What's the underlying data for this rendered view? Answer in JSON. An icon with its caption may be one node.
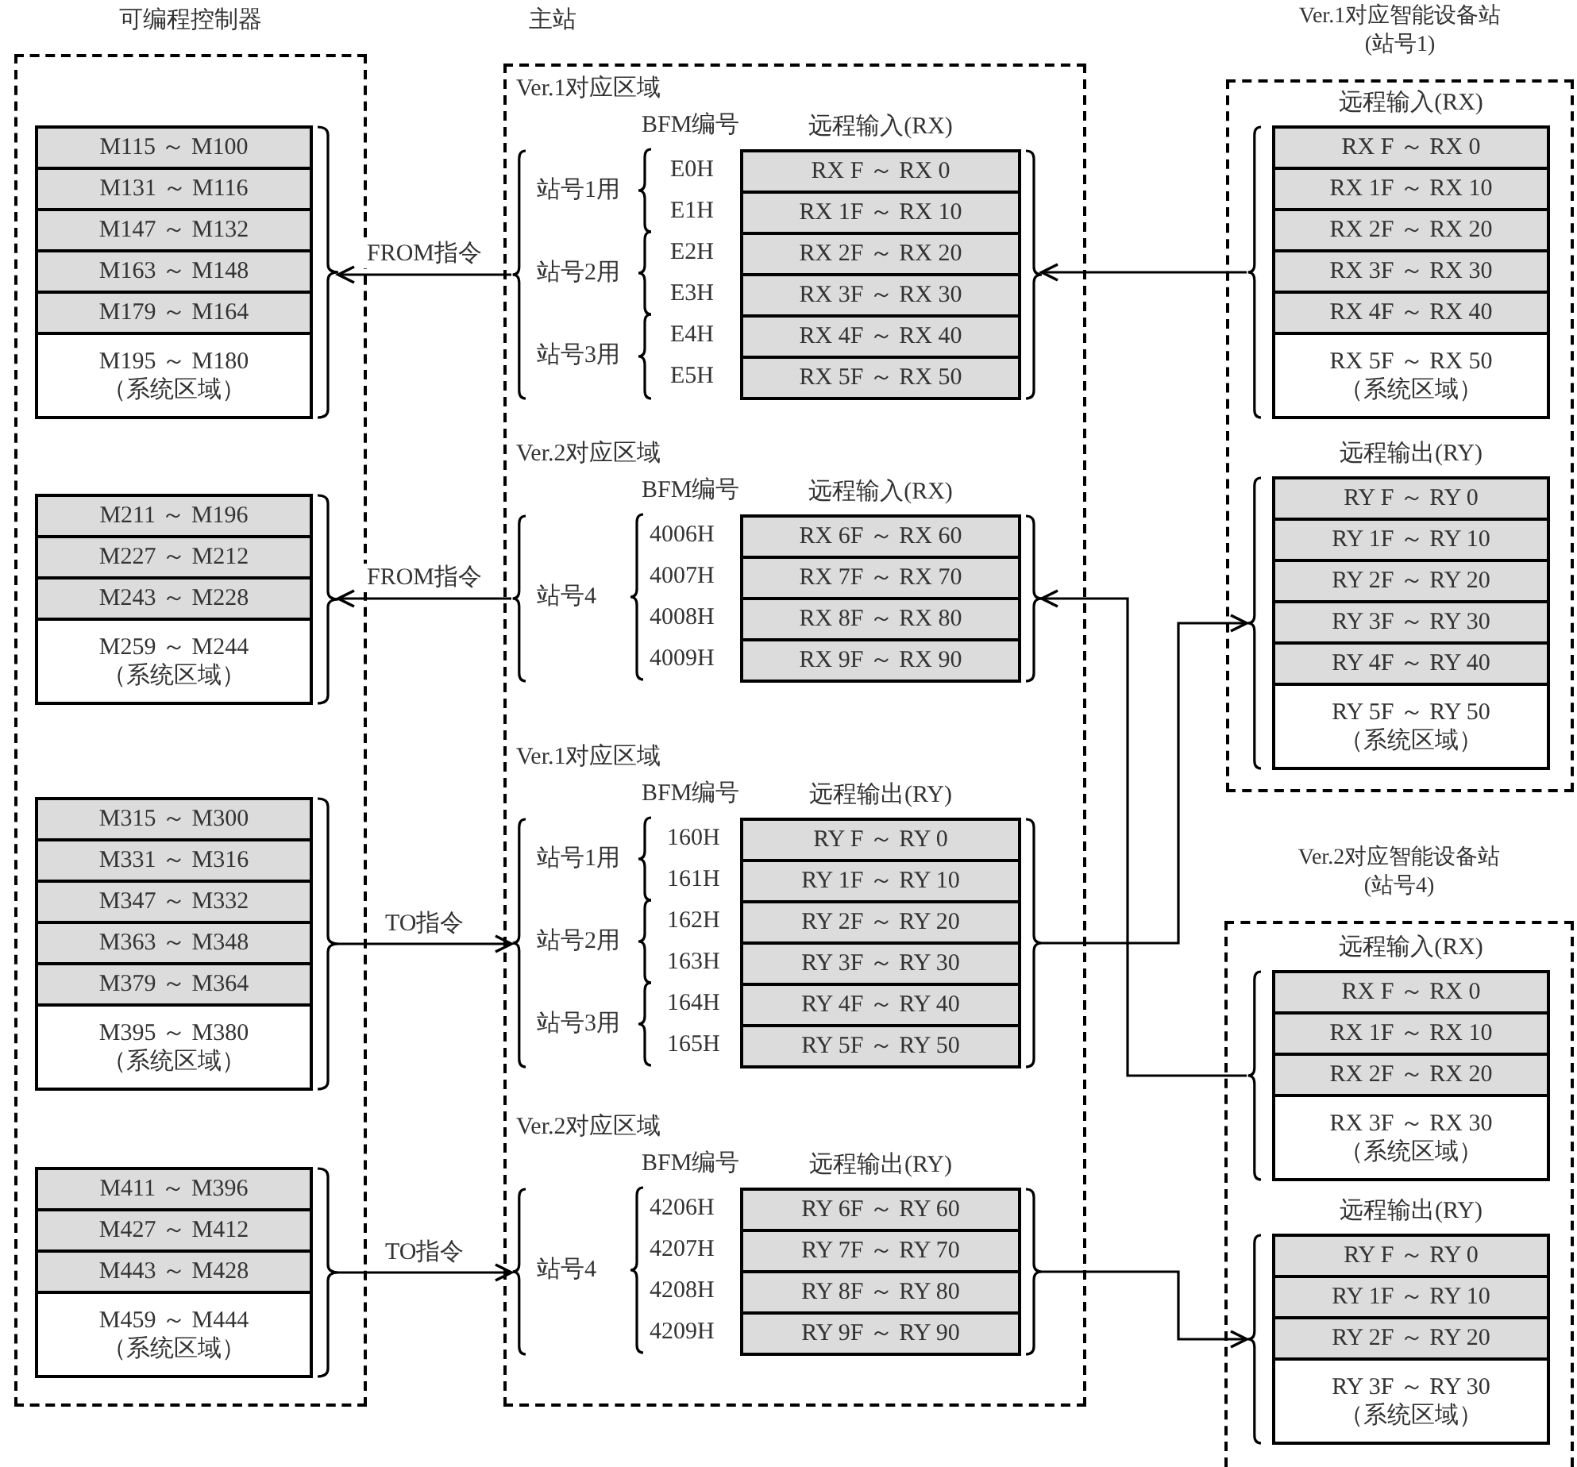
{
  "diagram": {
    "nodes": [
      {
        "text": [
          "可编程控制器"
        ]
      },
      {
        "text": [],
        "shape": "box",
        "in": 0
      },
      {
        "text": [
          "M115 ～ M100"
        ],
        "in": 1
      },
      {
        "text": [
          "M131 ～ M116"
        ],
        "in": 1
      },
      {
        "text": [
          "M147 ～ M132"
        ],
        "in": 1
      },
      {
        "text": [
          "M163 ～ M148"
        ],
        "in": 1
      },
      {
        "text": [
          "M179 ～ M164"
        ],
        "in": 1
      },
      {
        "text": [
          "M195 ～ M180",
          "（系统区域）"
        ],
        "in": 1
      },
      {
        "text": [],
        "shape": "box",
        "in": 0
      },
      {
        "text": [
          "M211 ～ M196"
        ],
        "in": 8
      },
      {
        "text": [
          "M227 ～ M212"
        ],
        "in": 8
      },
      {
        "text": [
          "M243 ～ M228"
        ],
        "in": 8
      },
      {
        "text": [
          "M259 ～ M244",
          "（系统区域）"
        ],
        "in": 8
      },
      {
        "text": [],
        "shape": "box",
        "in": 0
      },
      {
        "text": [
          "M315 ～ M300"
        ],
        "in": 13
      },
      {
        "text": [
          "M331 ～ M316"
        ],
        "in": 13
      },
      {
        "text": [
          "M347 ～ M332"
        ],
        "in": 13
      },
      {
        "text": [
          "M363 ～ M348"
        ],
        "in": 13
      },
      {
        "text": [
          "M379 ～ M364"
        ],
        "in": 13
      },
      {
        "text": [
          "M395 ～ M380",
          "（系统区域）"
        ],
        "in": 13
      },
      {
        "text": [],
        "shape": "box",
        "in": 0
      },
      {
        "text": [
          "M411 ～ M396"
        ],
        "in": 20
      },
      {
        "text": [
          "M427 ～ M412"
        ],
        "in": 20
      },
      {
        "text": [
          "M443 ～ M428"
        ],
        "in": 20
      },
      {
        "text": [
          "M459 ～ M444",
          "（系统区域）"
        ],
        "in": 20
      },
      {
        "text": [
          "主站"
        ]
      },
      {
        "text": [
          "远程输入(RX)"
        ],
        "in": 25
      },
      {
        "text": [
          "RX F ～ RX 0"
        ],
        "in": 26
      },
      {
        "text": [
          "RX 1F ～ RX 10"
        ],
        "in": 26
      },
      {
        "text": [
          "RX 2F ～ RX 20"
        ],
        "in": 26
      },
      {
        "text": [
          "RX 3F ～ RX 30"
        ],
        "in": 26
      },
      {
        "text": [
          "RX 4F ～ RX 40"
        ],
        "in": 26
      },
      {
        "text": [
          "RX 5F ～ RX 50"
        ],
        "in": 26
      },
      {
        "text": [
          "远程输入(RX)"
        ],
        "in": 25
      },
      {
        "text": [
          "RX 6F ～ RX 60"
        ],
        "in": 33
      },
      {
        "text": [
          "RX 7F ～ RX 70"
        ],
        "in": 33
      },
      {
        "text": [
          "RX 8F ～ RX 80"
        ],
        "in": 33
      },
      {
        "text": [
          "RX 9F ～ RX 90"
        ],
        "in": 33
      },
      {
        "text": [
          "远程输出(RY)"
        ],
        "in": 25
      },
      {
        "text": [
          "RY F ～ RY 0"
        ],
        "in": 38
      },
      {
        "text": [
          "RY 1F ～ RY 10"
        ],
        "in": 38
      },
      {
        "text": [
          "RY 2F ～ RY 20"
        ],
        "in": 38
      },
      {
        "text": [
          "RY 3F ～ RY 30"
        ],
        "in": 38
      },
      {
        "text": [
          "RY 4F ～ RY 40"
        ],
        "in": 38
      },
      {
        "text": [
          "RY 5F ～ RY 50"
        ],
        "in": 38
      },
      {
        "text": [
          "远程输出(RY)"
        ],
        "in": 25
      },
      {
        "text": [
          "RY 6F ～ RY 60"
        ],
        "in": 45
      },
      {
        "text": [
          "RY 7F ～ RY 70"
        ],
        "in": 45
      },
      {
        "text": [
          "RY 8F ～ RY 80"
        ],
        "in": 45
      },
      {
        "text": [
          "RY 9F ～ RY 90"
        ],
        "in": 45
      },
      {
        "text": [
          "Ver.1对应智能设备站 (站号1)"
        ]
      },
      {
        "text": [
          "远程输入(RX)"
        ],
        "in": 50
      },
      {
        "text": [
          "RX F ～ RX 0"
        ],
        "in": 51
      },
      {
        "text": [
          "RX 1F ～ RX 10"
        ],
        "in": 51
      },
      {
        "text": [
          "RX 2F ～ RX 20"
        ],
        "in": 51
      },
      {
        "text": [
          "RX 3F ～ RX 30"
        ],
        "in": 51
      },
      {
        "text": [
          "RX 4F ～ RX 40"
        ],
        "in": 51
      },
      {
        "text": [
          "RX 5F ～ RX 50",
          "（系统区域）"
        ],
        "in": 51
      },
      {
        "text": [
          "远程输出(RY)"
        ],
        "in": 50
      },
      {
        "text": [
          "RY F ～ RY 0"
        ],
        "in": 58
      },
      {
        "text": [
          "RY 1F ～ RY 10"
        ],
        "in": 58
      },
      {
        "text": [
          "RY 2F ～ RY 20"
        ],
        "in": 58
      },
      {
        "text": [
          "RY 3F ～ RY 30"
        ],
        "in": 58
      },
      {
        "text": [
          "RY 4F ～ RY 40"
        ],
        "in": 58
      },
      {
        "text": [
          "RY 5F ～ RY 50",
          "（系统区域）"
        ],
        "in": 58
      },
      {
        "text": [
          "Ver.2对应智能设备站 (站号4)"
        ]
      },
      {
        "text": [
          "远程输入(RX)"
        ],
        "in": 65
      },
      {
        "text": [
          "RX F ～ RX 0"
        ],
        "in": 66
      },
      {
        "text": [
          "RX 1F ～ RX 10"
        ],
        "in": 66
      },
      {
        "text": [
          "RX 2F ～ RX 20"
        ],
        "in": 66
      },
      {
        "text": [
          "RX 3F ～ RX 30",
          "（系统区域）"
        ],
        "in": 66
      },
      {
        "text": [
          "远程输出(RY)"
        ],
        "in": 65
      },
      {
        "text": [
          "RY F ～ RY 0"
        ],
        "in": 71
      },
      {
        "text": [
          "RY 1F ～ RY 10"
        ],
        "in": 71
      },
      {
        "text": [
          "RY 2F ～ RY 20"
        ],
        "in": 71
      },
      {
        "text": [
          "RY 3F ～ RY 30",
          "（系统区域）"
        ],
        "in": 71
      }
    ],
    "edges": [
      {
        "from": 26,
        "to": 1,
        "arrow": "to",
        "label": "FROM指令"
      },
      {
        "from": 51,
        "to": 26,
        "arrow": "to"
      },
      {
        "from": 33,
        "to": 8,
        "arrow": "to",
        "label": "FROM指令"
      },
      {
        "from": 66,
        "to": 33,
        "arrow": "to"
      },
      {
        "from": 13,
        "to": 38,
        "arrow": "to",
        "label": "TO指令"
      },
      {
        "from": 38,
        "to": 58,
        "arrow": "to"
      },
      {
        "from": 20,
        "to": 45,
        "arrow": "to",
        "label": "TO指令"
      },
      {
        "from": 45,
        "to": 71,
        "arrow": "to"
      }
    ],
    "labels": [
      "Ver.1对应区域",
      "BFM编号",
      "站号1用",
      "站号2用",
      "站号3用",
      "E0H",
      "E1H",
      "E2H",
      "E3H",
      "E4H",
      "E5H",
      "Ver.2对应区域",
      "BFM编号",
      "站号4",
      "4006H",
      "4007H",
      "4008H",
      "4009H",
      "Ver.1对应区域",
      "BFM编号",
      "站号1用",
      "站号2用",
      "站号3用",
      "160H",
      "161H",
      "162H",
      "163H",
      "164H",
      "165H",
      "Ver.2对应区域",
      "BFM编号",
      "站号4",
      "4206H",
      "4207H",
      "4208H",
      "4209H"
    ]
  }
}
